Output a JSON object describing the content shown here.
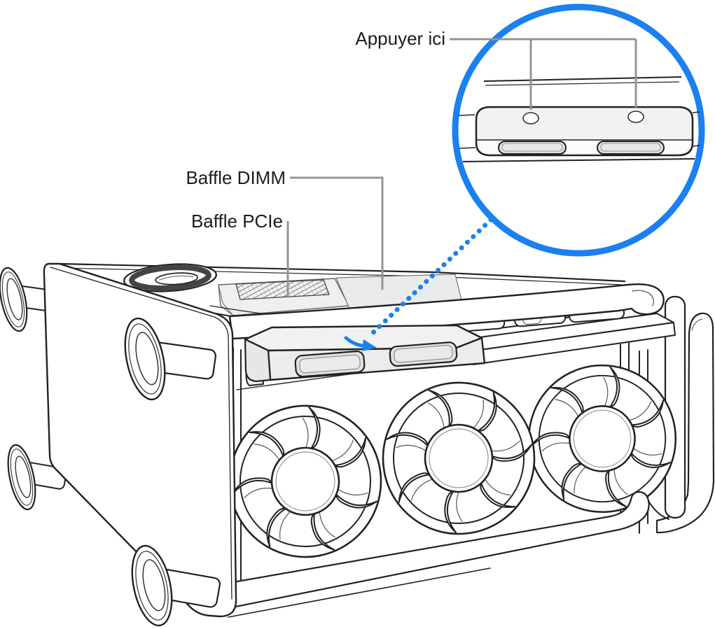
{
  "figure": {
    "type": "technical-illustration",
    "labels": {
      "press_here": "Appuyer ici",
      "baffle_dimm": "Baffle DIMM",
      "baffle_pcie": "Baffle PCIe"
    },
    "colors": {
      "accent_blue": "#1b80f0",
      "leader_gray": "#949494",
      "ink": "#222222",
      "baffle_fill": "#ececec",
      "baffle_top_fill": "#f1f1f1",
      "slot_fill": "#e0e0e0"
    },
    "callout": {
      "shape": "circle",
      "press_points": 2,
      "handle_slots": 2
    },
    "illustration": {
      "fans": 3,
      "feet": 4,
      "baffle_front_slots": 2,
      "pcie_slot_openings": 3
    }
  }
}
